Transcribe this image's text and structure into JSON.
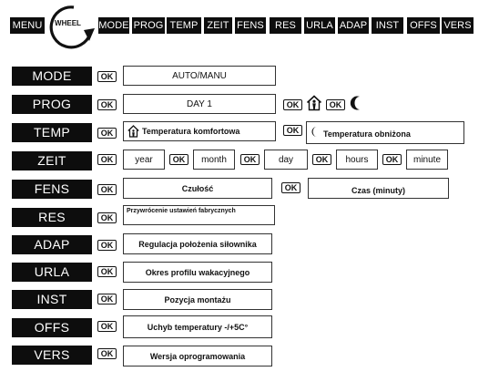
{
  "top_strip": {
    "menu": "MENU",
    "wheel": "WHEEL",
    "tabs": [
      "MODE",
      "PROG",
      "TEMP",
      "ZEIT",
      "FENS",
      "RES",
      "URLA",
      "ADAP",
      "INST",
      "OFFS",
      "VERS"
    ]
  },
  "ok_label": "OK",
  "rows": {
    "mode": {
      "label": "MODE",
      "value": "AUTO/MANU"
    },
    "prog": {
      "label": "PROG",
      "value": "DAY 1",
      "icons": [
        "home-person-icon",
        "moon-icon"
      ]
    },
    "temp": {
      "label": "TEMP",
      "comfort": "Temperatura komfortowa",
      "reduced": "Temperatura obniżona",
      "icons": [
        "home-icon",
        "moon-icon"
      ]
    },
    "zeit": {
      "label": "ZEIT",
      "fields": [
        "year",
        "month",
        "day",
        "hours",
        "minute"
      ]
    },
    "fens": {
      "label": "FENS",
      "sensitivity": "Czułość",
      "time": "Czas (minuty)"
    },
    "res": {
      "label": "RES",
      "value": "Przywrócenie ustawień fabrycznych"
    },
    "adap": {
      "label": "ADAP",
      "value": "Regulacja położenia siłownika"
    },
    "urla": {
      "label": "URLA",
      "value": "Okres profilu wakacyjnego"
    },
    "inst": {
      "label": "INST",
      "value": "Pozycja montażu"
    },
    "offs": {
      "label": "OFFS",
      "value": "Uchyb temperatury  -/+5C°"
    },
    "vers": {
      "label": "VERS",
      "value": "Wersja oprogramowania"
    }
  }
}
